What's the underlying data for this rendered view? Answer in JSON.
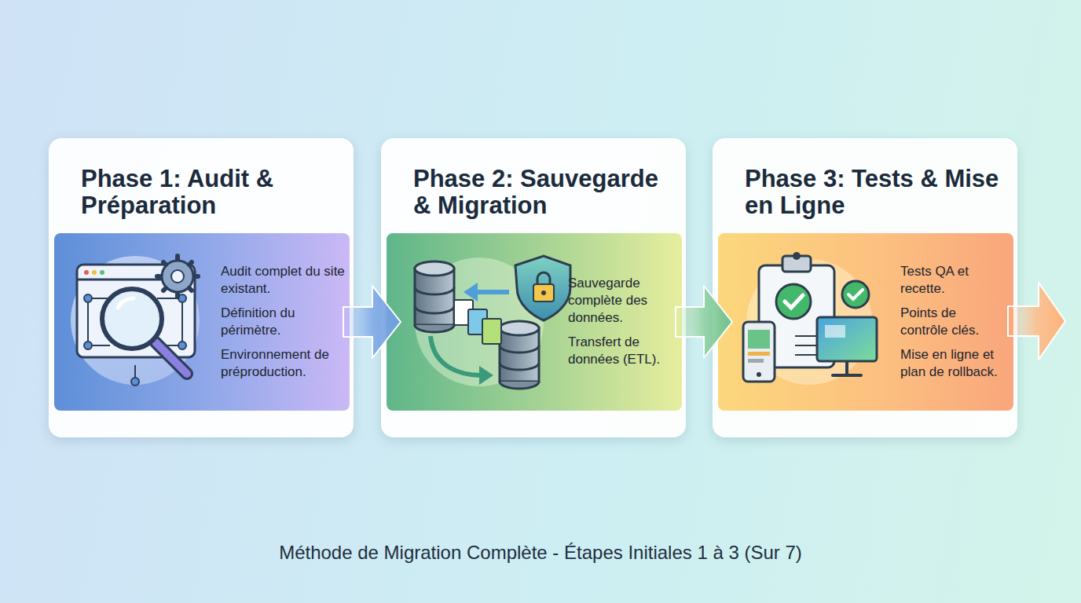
{
  "diagram": {
    "caption": "Méthode de Migration Complète - Étapes Initiales 1 à 3 (Sur 7)",
    "nodes": [
      {
        "text": [
          "Phase 1: Audit & Préparation"
        ]
      },
      {
        "text": [
          "Audit complet du site existant.",
          "Définition du périmètre.",
          "Environnement de préproduction."
        ],
        "in": 0
      },
      {
        "text": [
          "Phase 2: Sauvegarde & Migration"
        ]
      },
      {
        "text": [
          "Sauvegarde complète des données.",
          "Transfert de données (ETL)."
        ],
        "in": 2
      },
      {
        "text": [
          "Phase 3: Tests & Mise en Ligne"
        ]
      },
      {
        "text": [
          "Tests QA et recette.",
          "Points de contrôle clés.",
          "Mise en ligne et plan de rollback."
        ],
        "in": 4
      }
    ],
    "edges": [
      {
        "from": 1,
        "to": 3,
        "arrow": "to"
      },
      {
        "from": 3,
        "to": 5,
        "arrow": "to"
      }
    ]
  }
}
